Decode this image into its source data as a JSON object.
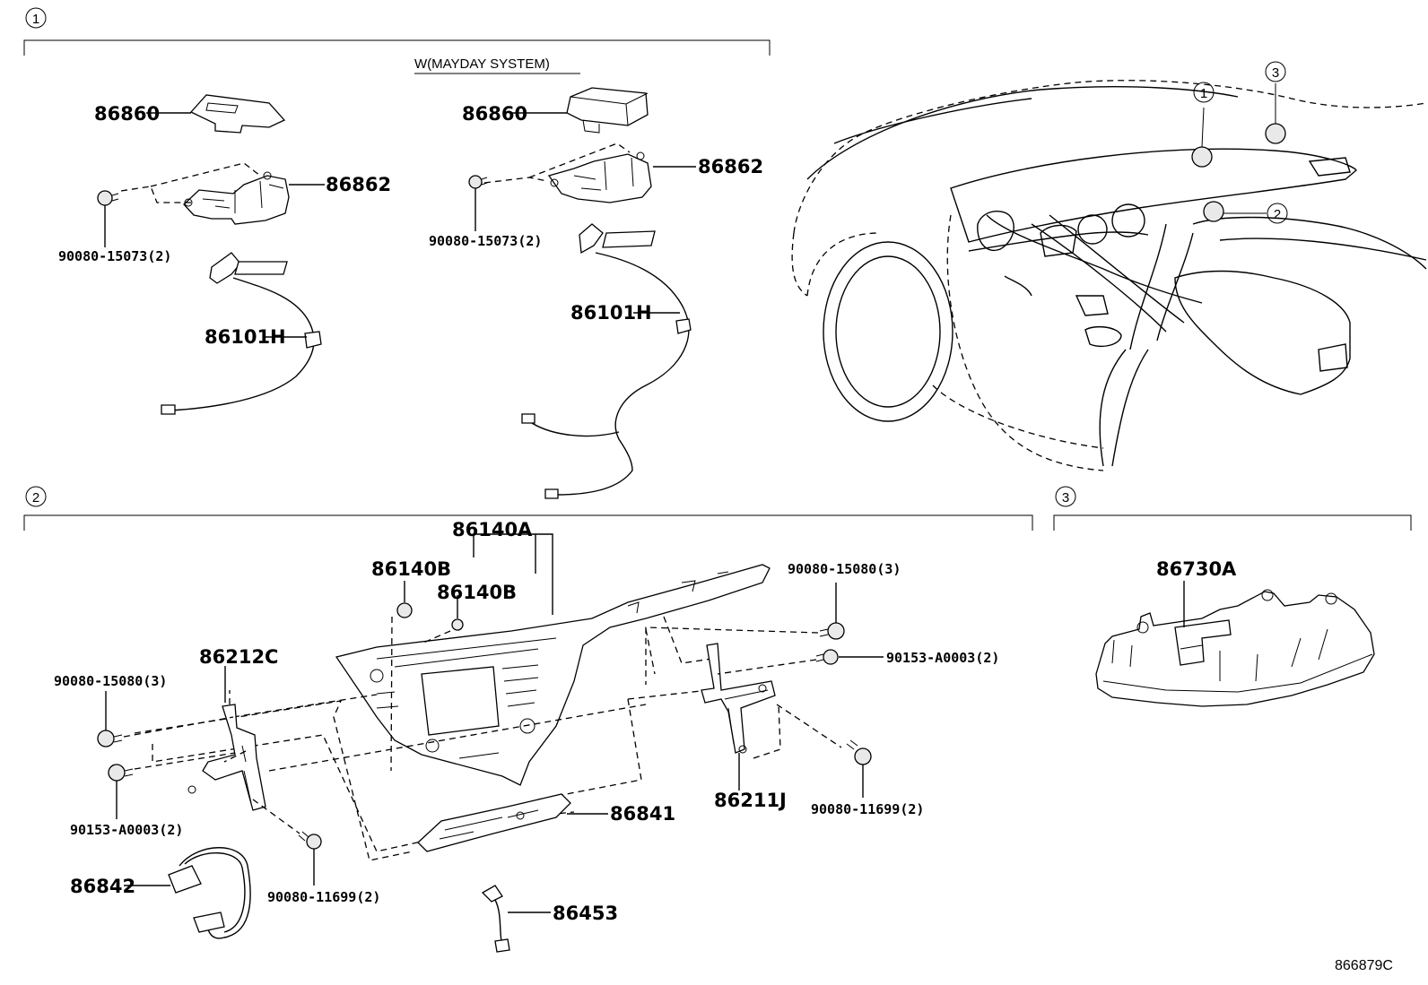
{
  "sections": [
    {
      "number": "1",
      "note": "W(MAYDAY SYSTEM)"
    },
    {
      "number": "2"
    },
    {
      "number": "3"
    }
  ],
  "labels": {
    "p86860_a": "86860",
    "p86862_a": "86862",
    "p90080_15073_a": "90080-15073(2)",
    "p86101H_a": "86101H",
    "p86860_b": "86860",
    "p86862_b": "86862",
    "p90080_15073_b": "90080-15073(2)",
    "p86101H_b": "86101H",
    "p86140A": "86140A",
    "p86140B_a": "86140B",
    "p86140B_b": "86140B",
    "p86212C": "86212C",
    "p90080_15080_l": "90080-15080(3)",
    "p90153_A0003_l": "90153-A0003(2)",
    "p90080_11699_l": "90080-11699(2)",
    "p86842": "86842",
    "p86841": "86841",
    "p86453": "86453",
    "p90080_15080_r": "90080-15080(3)",
    "p90153_A0003_r": "90153-A0003(2)",
    "p86211J": "86211J",
    "p90080_11699_r": "90080-11699(2)",
    "p86730A": "86730A"
  },
  "car_callouts": [
    "1",
    "2",
    "3"
  ],
  "diagram_code": "866879C"
}
